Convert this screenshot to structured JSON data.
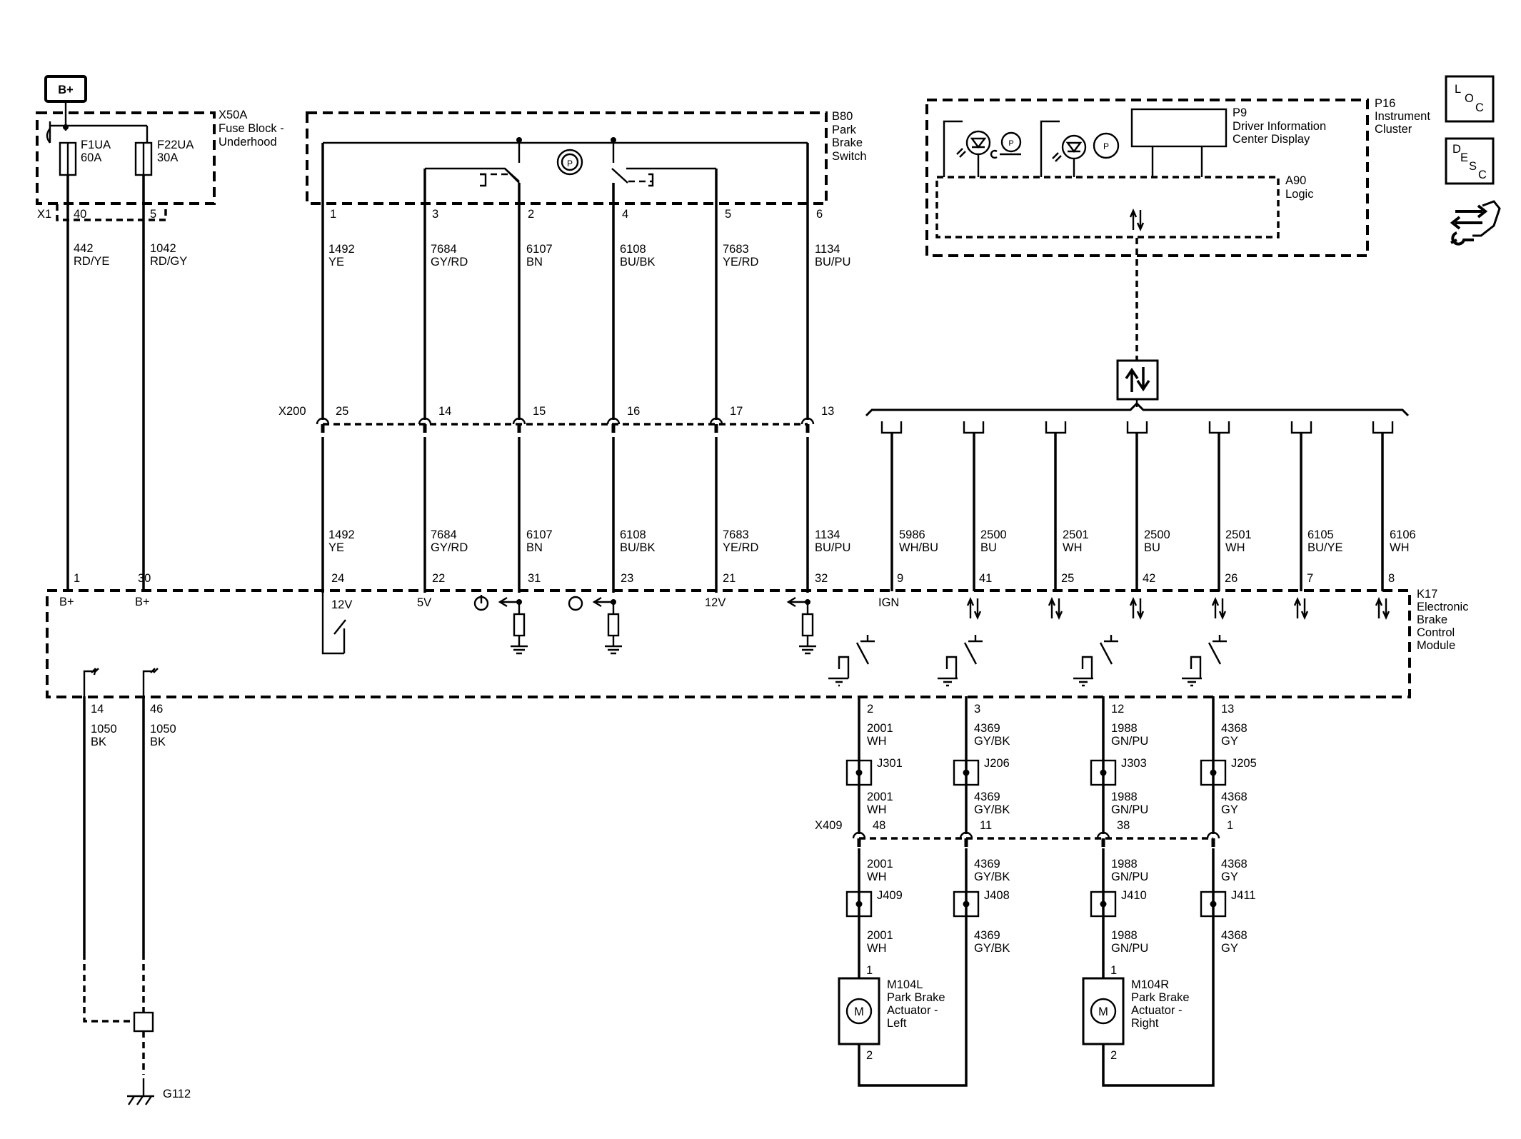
{
  "power": {
    "label": "B+"
  },
  "fuse_block": {
    "id": "X50A",
    "name_line1": "Fuse Block -",
    "name_line2": "Underhood",
    "connector": "X1",
    "fuses": [
      {
        "id": "F1UA",
        "rating": "60A"
      },
      {
        "id": "F22UA",
        "rating": "30A"
      }
    ]
  },
  "switch": {
    "id": "B80",
    "name_lines": [
      "Park",
      "Brake",
      "Switch"
    ]
  },
  "cluster": {
    "id": "P16",
    "name_lines": [
      "Instrument",
      "Cluster"
    ],
    "display": {
      "id": "P9",
      "name_lines": [
        "Driver Information",
        "Center Display"
      ]
    },
    "logic": {
      "id": "A90",
      "name": "Logic"
    }
  },
  "ebcm": {
    "id": "K17",
    "name_lines": [
      "Electronic",
      "Brake",
      "Control",
      "Module"
    ],
    "labels": {
      "bplus": "B+",
      "v12": "12V",
      "v5": "5V",
      "ign": "IGN"
    }
  },
  "connectors": {
    "x200": "X200",
    "x409": "X409"
  },
  "fuse_wires": [
    {
      "pin_top": "40",
      "circuit": "442",
      "color": "RD/YE",
      "pin_bottom": "1"
    },
    {
      "pin_top": "5",
      "circuit": "1042",
      "color": "RD/GY",
      "pin_bottom": "30"
    }
  ],
  "switch_wires": [
    {
      "sw_pin": "1",
      "circuit": "1492",
      "color": "YE",
      "x200_pin": "25",
      "k17_pin": "24"
    },
    {
      "sw_pin": "3",
      "circuit": "7684",
      "color": "GY/RD",
      "x200_pin": "14",
      "k17_pin": "22"
    },
    {
      "sw_pin": "2",
      "circuit": "6107",
      "color": "BN",
      "x200_pin": "15",
      "k17_pin": "31"
    },
    {
      "sw_pin": "4",
      "circuit": "6108",
      "color": "BU/BK",
      "x200_pin": "16",
      "k17_pin": "23"
    },
    {
      "sw_pin": "5",
      "circuit": "7683",
      "color": "YE/RD",
      "x200_pin": "17",
      "k17_pin": "21"
    },
    {
      "sw_pin": "6",
      "circuit": "1134",
      "color": "BU/PU",
      "x200_pin": "13",
      "k17_pin": "32"
    }
  ],
  "bus_wires": [
    {
      "circuit": "5986",
      "color": "WH/BU",
      "pin": "9"
    },
    {
      "circuit": "2500",
      "color": "BU",
      "pin": "41"
    },
    {
      "circuit": "2501",
      "color": "WH",
      "pin": "25"
    },
    {
      "circuit": "2500",
      "color": "BU",
      "pin": "42"
    },
    {
      "circuit": "2501",
      "color": "WH",
      "pin": "26"
    },
    {
      "circuit": "6105",
      "color": "BU/YE",
      "pin": "7"
    },
    {
      "circuit": "6106",
      "color": "WH",
      "pin": "8"
    }
  ],
  "ground_wires": [
    {
      "pin": "14",
      "circuit": "1050",
      "color": "BK"
    },
    {
      "pin": "46",
      "circuit": "1050",
      "color": "BK"
    }
  ],
  "ground": {
    "id": "G112"
  },
  "motor_wires": [
    {
      "k17_pin": "2",
      "circuit": "2001",
      "color": "WH",
      "splice1": "J301",
      "x409_pin": "48",
      "splice2": "J409"
    },
    {
      "k17_pin": "3",
      "circuit": "4369",
      "color": "GY/BK",
      "splice1": "J206",
      "x409_pin": "11",
      "splice2": "J408"
    },
    {
      "k17_pin": "12",
      "circuit": "1988",
      "color": "GN/PU",
      "splice1": "J303",
      "x409_pin": "38",
      "splice2": "J410"
    },
    {
      "k17_pin": "13",
      "circuit": "4368",
      "color": "GY",
      "splice1": "J205",
      "x409_pin": "1",
      "splice2": "J411"
    }
  ],
  "motors": [
    {
      "id": "M104L",
      "name_lines": [
        "Park Brake",
        "Actuator -",
        "Left"
      ],
      "pin_top": "1",
      "pin_bottom": "2",
      "symbol": "M"
    },
    {
      "id": "M104R",
      "name_lines": [
        "Park Brake",
        "Actuator -",
        "Right"
      ],
      "pin_top": "1",
      "pin_bottom": "2",
      "symbol": "M"
    }
  ],
  "nav_icons": [
    {
      "name": "location-icon",
      "letters": [
        "L",
        "O",
        "C"
      ]
    },
    {
      "name": "description-icon",
      "letters": [
        "D",
        "E",
        "S",
        "C"
      ]
    },
    {
      "name": "connector-repair-icon"
    }
  ]
}
